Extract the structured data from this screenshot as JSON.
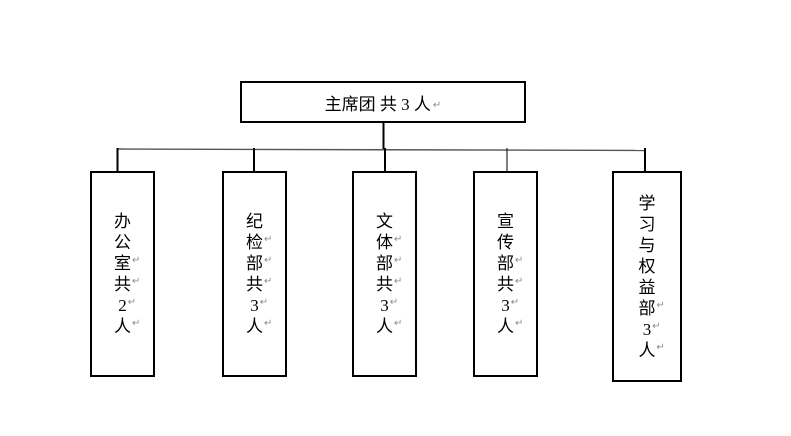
{
  "root": {
    "label": "主席团 共 3 人",
    "mark": "↵"
  },
  "departments": [
    {
      "label": "办公室共2人",
      "chars": [
        "办",
        "公",
        "室",
        "共",
        "2",
        "人"
      ],
      "marks": [
        "",
        "",
        "↵",
        "↵",
        "↵",
        "↵"
      ]
    },
    {
      "label": "纪检部共3人",
      "chars": [
        "纪",
        "检",
        "部",
        "共",
        "3",
        "人"
      ],
      "marks": [
        "",
        "↵",
        "↵",
        "↵",
        "↵",
        "↵"
      ]
    },
    {
      "label": "文体部共3人",
      "chars": [
        "文",
        "体",
        "部",
        "共",
        "3",
        "人"
      ],
      "marks": [
        "",
        "↵",
        "↵",
        "↵",
        "↵",
        "↵"
      ]
    },
    {
      "label": "宣传部共3人",
      "chars": [
        "宣",
        "传",
        "部",
        "共",
        "3",
        "人"
      ],
      "marks": [
        "",
        "",
        "↵",
        "↵",
        "↵",
        "↵"
      ]
    },
    {
      "label": "学习与权益部3人",
      "chars": [
        "学",
        "习",
        "与",
        "权",
        "益",
        "部",
        "3",
        "人"
      ],
      "marks": [
        "",
        "",
        "",
        "",
        "",
        "↵",
        "↵",
        "↵"
      ]
    }
  ],
  "colors": {
    "box_border": "#000000",
    "connector_black": "#000000",
    "connector_gray": "#555555",
    "paragraph_mark": "#8a8a8a",
    "background": "#ffffff"
  }
}
